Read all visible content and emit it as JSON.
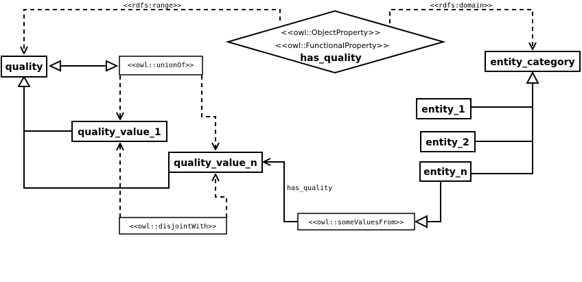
{
  "property": {
    "stereotype_1": "<<owl::ObjectProperty>>",
    "stereotype_2": "<<owl::FunctionalProperty>>",
    "name": "has_quality"
  },
  "classes": {
    "quality": "quality",
    "entity_category": "entity_category",
    "quality_value_1": "quality_value_1",
    "quality_value_n": "quality_value_n",
    "entity_1": "entity_1",
    "entity_2": "entity_2",
    "entity_n": "entity_n"
  },
  "stereotypes": {
    "union_of": "<<owl::unionOf>>",
    "disjoint_with": "<<owl::disjointWith>>",
    "some_values_from": "<<owl::someValuesFrom>>"
  },
  "edge_labels": {
    "range": "<<rdfs:range>>",
    "domain": "<<rdfs:domain>>",
    "has_quality": "has_quality"
  }
}
